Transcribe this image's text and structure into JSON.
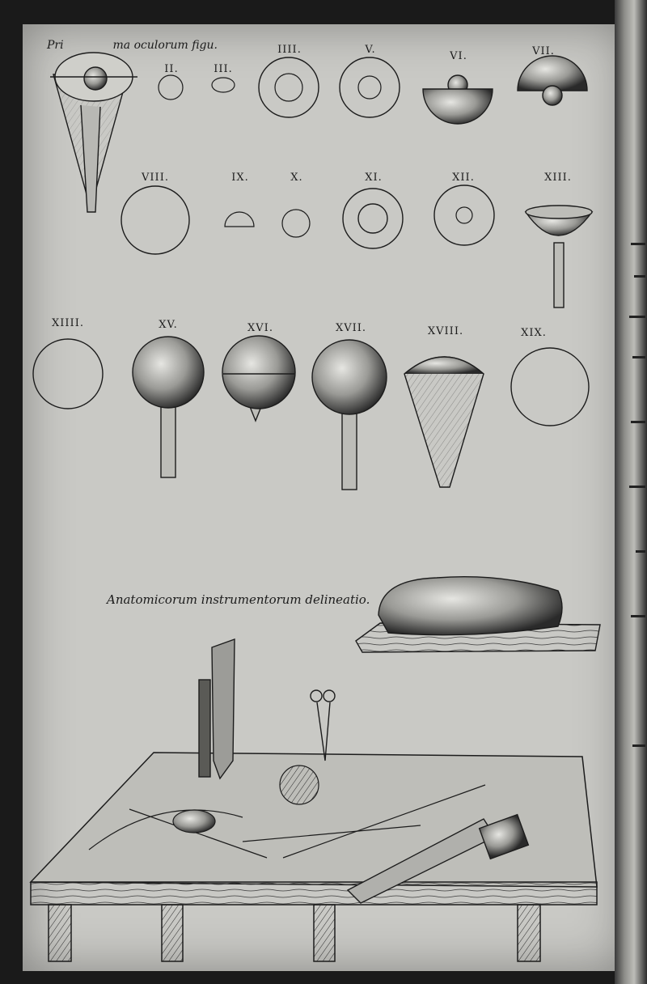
{
  "header": {
    "prefix": "Pri",
    "caption": "ma oculorum figu."
  },
  "figures_row1": [
    "II.",
    "III.",
    "IIII.",
    "V.",
    "VI.",
    "VII."
  ],
  "figures_row2": [
    "VIII.",
    "IX.",
    "X.",
    "XI.",
    "XII.",
    "XIII."
  ],
  "figures_row3": [
    "XIIII.",
    "XV.",
    "XVI.",
    "XVII.",
    "XVIII.",
    "XIX."
  ],
  "instruments": {
    "caption": "Anatomicorum instrumentorum delineatio."
  },
  "colors": {
    "paper": "#c9c9c5",
    "ink": "#1c1c1c"
  },
  "icons": [
    "eye-diagram-icon",
    "eyeball-icon",
    "hemisphere-icon",
    "pig-on-board-icon",
    "dissection-table-icon",
    "knife-icon",
    "scissors-icon",
    "saw-icon"
  ]
}
